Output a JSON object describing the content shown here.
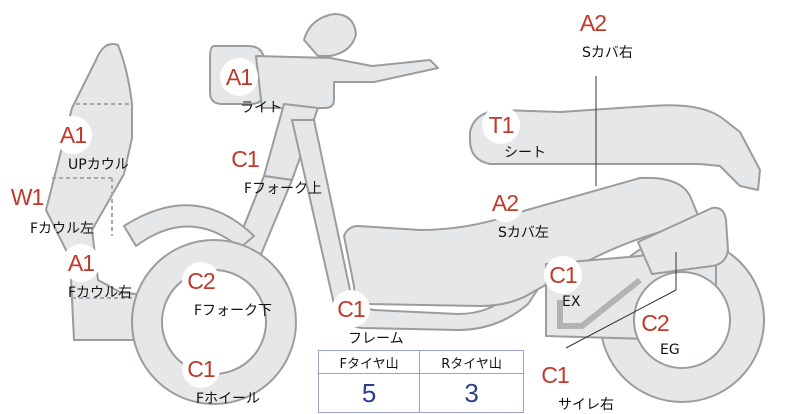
{
  "parts": [
    {
      "id": "light",
      "grade": "A1",
      "label": "ライト"
    },
    {
      "id": "up-cowl",
      "grade": "A1",
      "label": "UPカウル"
    },
    {
      "id": "f-cowl-left",
      "grade": "W1",
      "label": "Fカウル左"
    },
    {
      "id": "f-cowl-right",
      "grade": "A1",
      "label": "Fカウル右"
    },
    {
      "id": "f-fork-upper",
      "grade": "C1",
      "label": "Fフォーク上"
    },
    {
      "id": "f-fork-lower",
      "grade": "C2",
      "label": "Fフォーク下"
    },
    {
      "id": "f-wheel",
      "grade": "C1",
      "label": "Fホイール"
    },
    {
      "id": "frame",
      "grade": "C1",
      "label": "フレーム"
    },
    {
      "id": "s-cover-right",
      "grade": "A2",
      "label": "Sカバ右"
    },
    {
      "id": "seat",
      "grade": "T1",
      "label": "シート"
    },
    {
      "id": "s-cover-left",
      "grade": "A2",
      "label": "Sカバ左"
    },
    {
      "id": "exhaust",
      "grade": "C1",
      "label": "EX"
    },
    {
      "id": "engine",
      "grade": "C2",
      "label": "EG"
    },
    {
      "id": "muffler-right",
      "grade": "C1",
      "label": "サイレ右"
    }
  ],
  "tread": {
    "front_label": "Fタイヤ山",
    "rear_label": "Rタイヤ山",
    "front_value": "5",
    "rear_value": "3"
  },
  "colors": {
    "grade": "#c0392b",
    "part_fill": "#e6e7e8",
    "part_stroke": "#9a9c9e",
    "tread_value": "#2c3e91"
  }
}
